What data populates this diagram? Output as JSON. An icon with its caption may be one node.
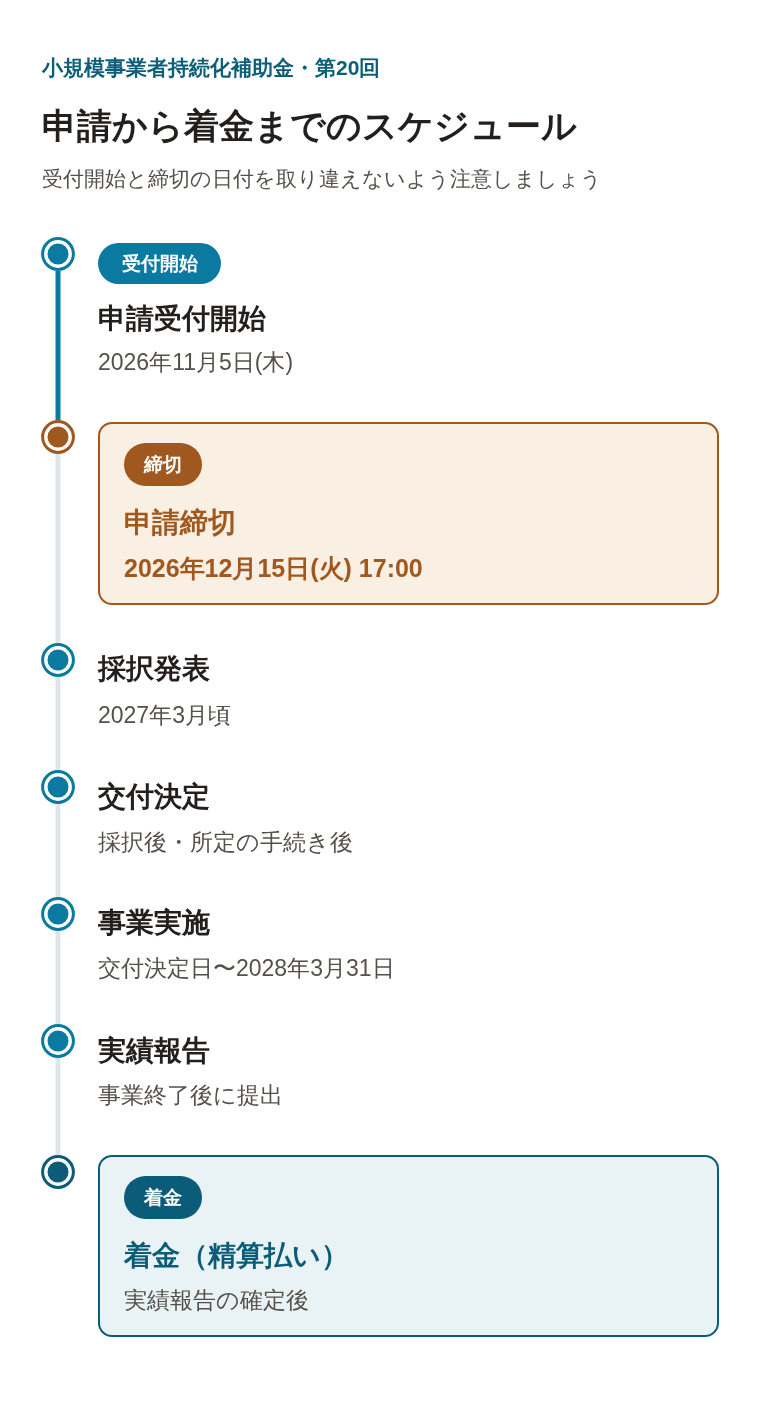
{
  "diagram": {
    "title": "申請から着金までのスケジュール",
    "labels": [
      "小規模事業者持続化補助金・第20回",
      "受付開始と締切の日付を取り違えないよう注意しましょう"
    ],
    "nodes": [
      {
        "text": [],
        "shape": "circle",
        "beside": [
          "申請受付開始",
          "2026年11月5日(木)"
        ]
      },
      {
        "text": [
          "受付開始"
        ]
      },
      {
        "text": [],
        "shape": "circle"
      },
      {
        "text": [
          "申請締切",
          "2026年12月15日(火) 17:00"
        ]
      },
      {
        "text": [
          "締切"
        ],
        "in": 3
      },
      {
        "text": [],
        "shape": "circle",
        "beside": [
          "採択発表",
          "2027年3月頃"
        ]
      },
      {
        "text": [],
        "shape": "circle",
        "beside": [
          "交付決定",
          "採択後・所定の手続き後"
        ]
      },
      {
        "text": [],
        "shape": "circle",
        "beside": [
          "事業実施",
          "交付決定日〜2028年3月31日"
        ]
      },
      {
        "text": [],
        "shape": "circle",
        "beside": [
          "実績報告",
          "事業終了後に提出"
        ]
      },
      {
        "text": [],
        "shape": "circle"
      },
      {
        "text": [
          "着金（精算払い）",
          "実績報告の確定後"
        ]
      },
      {
        "text": [
          "着金"
        ],
        "in": 10
      }
    ],
    "edges": [
      {
        "from": 0,
        "to": 2,
        "arrow": "none",
        "color": "#0a7aa0"
      },
      {
        "from": 2,
        "to": 5,
        "arrow": "none"
      },
      {
        "from": 5,
        "to": 6,
        "arrow": "none"
      },
      {
        "from": 6,
        "to": 7,
        "arrow": "none"
      },
      {
        "from": 7,
        "to": 8,
        "arrow": "none"
      },
      {
        "from": 8,
        "to": 9,
        "arrow": "none"
      }
    ]
  }
}
